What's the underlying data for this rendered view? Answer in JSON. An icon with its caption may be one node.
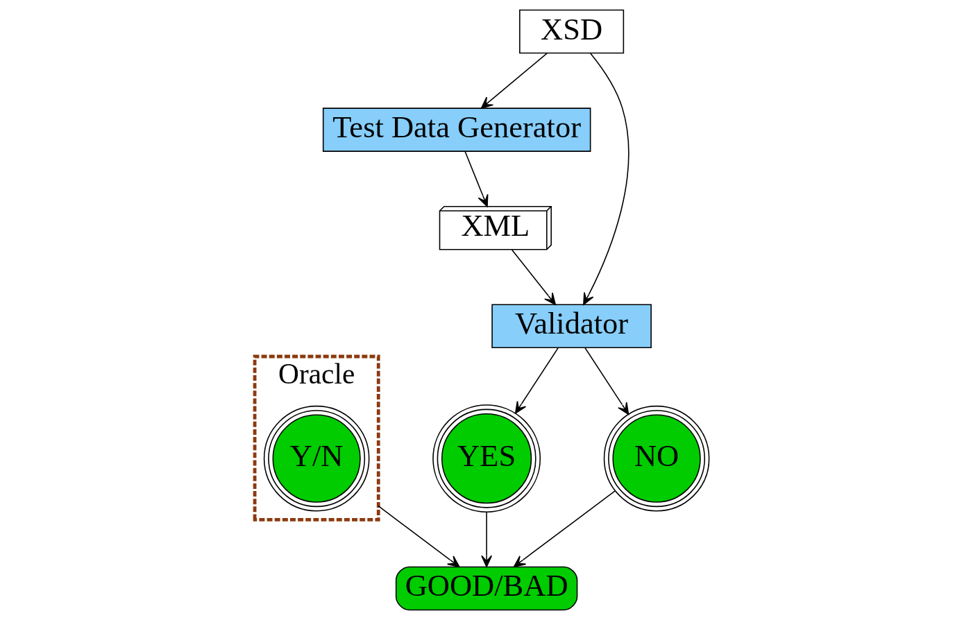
{
  "diagram": {
    "nodes": [
      {
        "text": [
          "Test Data Generator"
        ]
      },
      {
        "text": [
          "XML"
        ]
      },
      {
        "text": [
          "XSD"
        ]
      },
      {
        "text": [
          "Validator"
        ]
      },
      {
        "text": [
          "Oracle"
        ]
      },
      {
        "text": [
          "Y/N"
        ],
        "in": 4
      },
      {
        "text": [
          "YES"
        ]
      },
      {
        "text": [
          "NO"
        ]
      },
      {
        "text": [
          "GOOD/BAD"
        ]
      }
    ],
    "edges": [
      {
        "from": 0,
        "to": 1,
        "arrow": "to"
      },
      {
        "from": 2,
        "to": 0,
        "arrow": "to"
      },
      {
        "from": 1,
        "to": 3,
        "arrow": "to"
      },
      {
        "from": 2,
        "to": 3,
        "arrow": "to"
      },
      {
        "from": 3,
        "to": 6,
        "arrow": "to"
      },
      {
        "from": 3,
        "to": 7,
        "arrow": "to"
      },
      {
        "from": 6,
        "to": 8,
        "arrow": "to"
      },
      {
        "from": 7,
        "to": 8,
        "arrow": "to"
      },
      {
        "from": 4,
        "to": 8,
        "arrow": "to"
      }
    ]
  }
}
